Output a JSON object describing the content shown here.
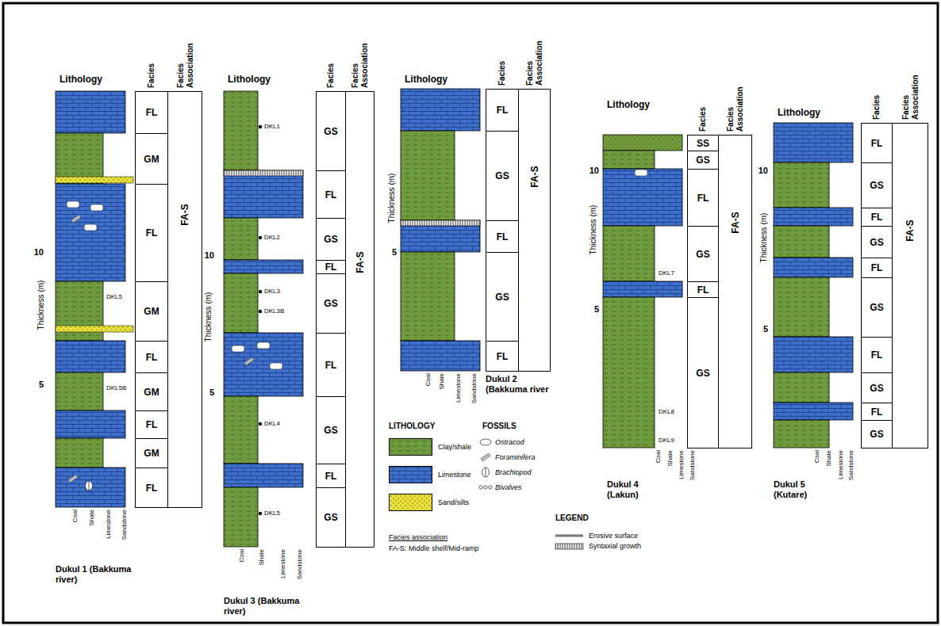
{
  "diagram": {
    "nodes": [
      {
        "text": [
          "FL"
        ]
      },
      {
        "text": [
          "GM"
        ]
      },
      {
        "text": [
          "FL"
        ]
      },
      {
        "text": [
          "GM"
        ]
      },
      {
        "text": [
          "FL"
        ]
      },
      {
        "text": [
          "GM"
        ]
      },
      {
        "text": [
          "FL"
        ]
      },
      {
        "text": [
          "GM"
        ]
      },
      {
        "text": [
          "FL"
        ]
      },
      {
        "text": [
          "FA-S"
        ]
      },
      {
        "text": [
          "GS"
        ]
      },
      {
        "text": [
          "FL"
        ]
      },
      {
        "text": [
          "GS"
        ]
      },
      {
        "text": [
          "FL"
        ]
      },
      {
        "text": [
          "GS"
        ]
      },
      {
        "text": [
          "FL"
        ]
      },
      {
        "text": [
          "GS"
        ]
      },
      {
        "text": [
          "FL"
        ]
      },
      {
        "text": [
          "GS"
        ]
      },
      {
        "text": [
          "FA-S"
        ]
      },
      {
        "text": [
          "FL"
        ]
      },
      {
        "text": [
          "GS"
        ]
      },
      {
        "text": [
          "FL"
        ]
      },
      {
        "text": [
          "GS"
        ]
      },
      {
        "text": [
          "FL"
        ]
      },
      {
        "text": [
          "FA-S"
        ]
      },
      {
        "text": [
          "SS"
        ]
      },
      {
        "text": [
          "GS"
        ]
      },
      {
        "text": [
          "FL"
        ]
      },
      {
        "text": [
          "GS"
        ]
      },
      {
        "text": [
          "FL"
        ]
      },
      {
        "text": [
          "GS"
        ]
      },
      {
        "text": [
          "FA-S"
        ]
      },
      {
        "text": [
          "FL"
        ]
      },
      {
        "text": [
          "GS"
        ]
      },
      {
        "text": [
          "FL"
        ]
      },
      {
        "text": [
          "GS"
        ]
      },
      {
        "text": [
          "FL"
        ]
      },
      {
        "text": [
          "GS"
        ]
      },
      {
        "text": [
          "FL"
        ]
      },
      {
        "text": [
          "GS"
        ]
      },
      {
        "text": [
          "FL"
        ]
      },
      {
        "text": [
          "GS"
        ]
      },
      {
        "text": [
          "FA-S"
        ]
      }
    ],
    "labels": [
      "Lithology",
      "Facies",
      "Facies Association",
      "Thickness (m)",
      "10",
      "5",
      "DKL5",
      "DKL5B",
      "Coal",
      "Shale",
      "Limestone",
      "Sandstone",
      "Dukul 1 (Bakkuma river)",
      "Lithology",
      "Facies",
      "Facies Association",
      "Thickness (m)",
      "10",
      "5",
      "DKL1",
      "DKL2",
      "DKL3",
      "DKL3B",
      "DKL4",
      "DKL5",
      "Coal",
      "Shale",
      "Limestone",
      "Sandstone",
      "Dukul 3 (Bakkuma river)",
      "Lithology",
      "Facies",
      "Facies Association",
      "Thickness (m)",
      "5",
      "Coal",
      "Shale",
      "Limestone",
      "Sandstone",
      "Dukul 2 (Bakkuma river",
      "Lithology",
      "Facies",
      "Facies Association",
      "Thickness (m)",
      "10",
      "5",
      "DKL7",
      "DKL8",
      "DKL9",
      "Coal",
      "Shale",
      "Limestone",
      "Sandstone",
      "Dukul 4 (Lakun)",
      "Lithology",
      "Facies",
      "Facies Association",
      "Thickness (m)",
      "10",
      "5",
      "Coal",
      "Shale",
      "Limestone",
      "Sandstone",
      "Dukul 5 (Kutare)",
      "LITHOLOGY",
      "FOSSILS",
      "LEGEND",
      "Facies association",
      "FA-S: Middle shelf/Mid-ramp"
    ],
    "legend": [
      {
        "text": "Clay/shale",
        "color": "#6f9b3e"
      },
      {
        "text": "Limestone",
        "color": "#3e6fcb"
      },
      {
        "text": "Sand/silts",
        "color": "#e9e23c"
      },
      {
        "text": "Ostracod"
      },
      {
        "text": "Foraminifera"
      },
      {
        "text": "Brachiopod"
      },
      {
        "text": "Bivalves"
      },
      {
        "text": "Erosive surface"
      },
      {
        "text": "Syntaxial growth"
      }
    ]
  }
}
